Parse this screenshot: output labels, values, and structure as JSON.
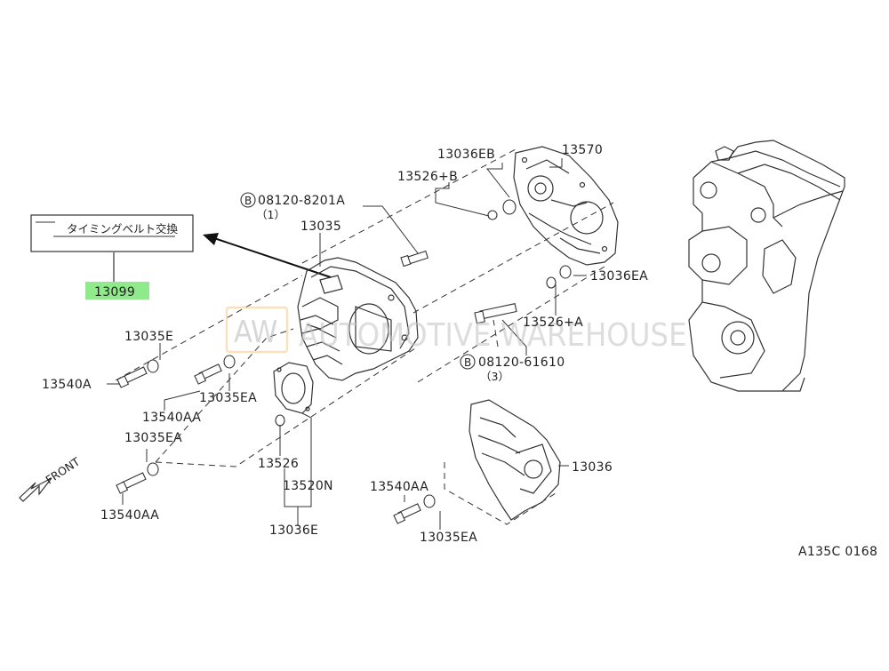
{
  "diagram_code": "A135C 0168",
  "watermark": {
    "logo": "AW",
    "text": "AUTOMOTIVE WAREHOUSE"
  },
  "label_sticker": {
    "text": "タイミングベルト交換"
  },
  "highlight_part": "13099",
  "front_label": "FRONT",
  "parts": {
    "p13036EB": "13036EB",
    "p13570": "13570",
    "p13526B": "13526+B",
    "p08120_8201A": "08120-8201A",
    "qty1": "（1）",
    "p13035": "13035",
    "p13036EA": "13036EA",
    "p13526A": "13526+A",
    "p08120_61610": "08120-61610",
    "qty3": "（3）",
    "p13035E": "13035E",
    "p13540A": "13540A",
    "p13540AA_1": "13540AA",
    "p13035EA_1": "13035EA",
    "p13035EA_2": "13035EA",
    "p13540AA_2": "13540AA",
    "p13526": "13526",
    "p13520N": "13520N",
    "p13036E": "13036E",
    "p13036": "13036",
    "p13540AA_3": "13540AA",
    "p13035EA_3": "13035EA"
  },
  "bolt_marker": "B",
  "colors": {
    "highlight": "#90e98a",
    "ink": "#222222",
    "watermark": "#b8b8b8",
    "logo_border": "#f5c98a"
  }
}
